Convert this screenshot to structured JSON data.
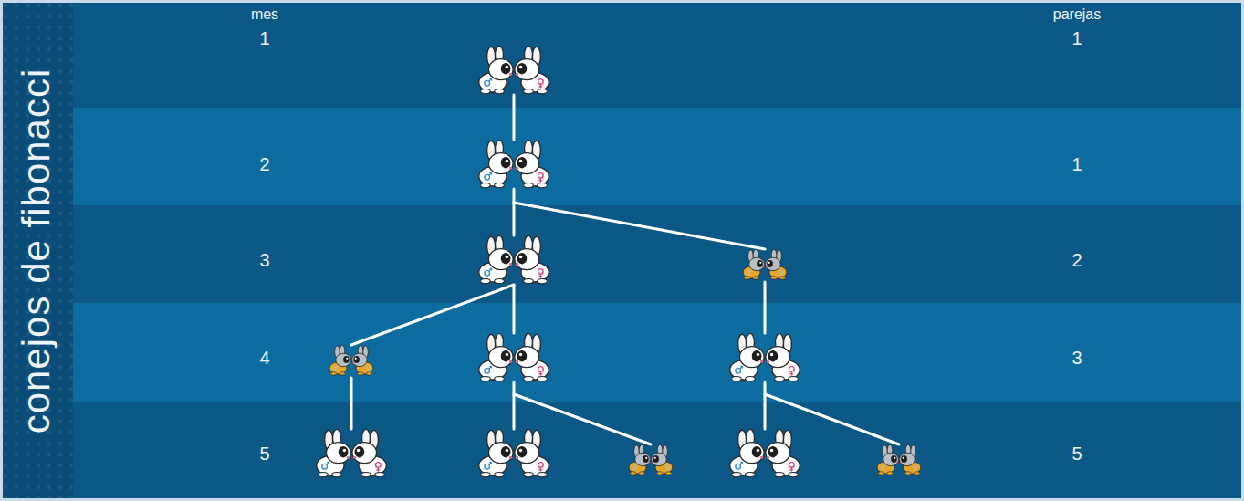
{
  "diagram": {
    "title": "conejos de fibonacci",
    "nodes": [
      {
        "text": [
          "1",
          "1"
        ]
      },
      {
        "text": [
          "2",
          "1"
        ]
      },
      {
        "text": [
          "3",
          "2"
        ]
      },
      {
        "text": [
          "4",
          "3"
        ]
      },
      {
        "text": [
          "5",
          "5"
        ]
      }
    ],
    "labels": [
      "mes",
      "parejas"
    ]
  }
}
